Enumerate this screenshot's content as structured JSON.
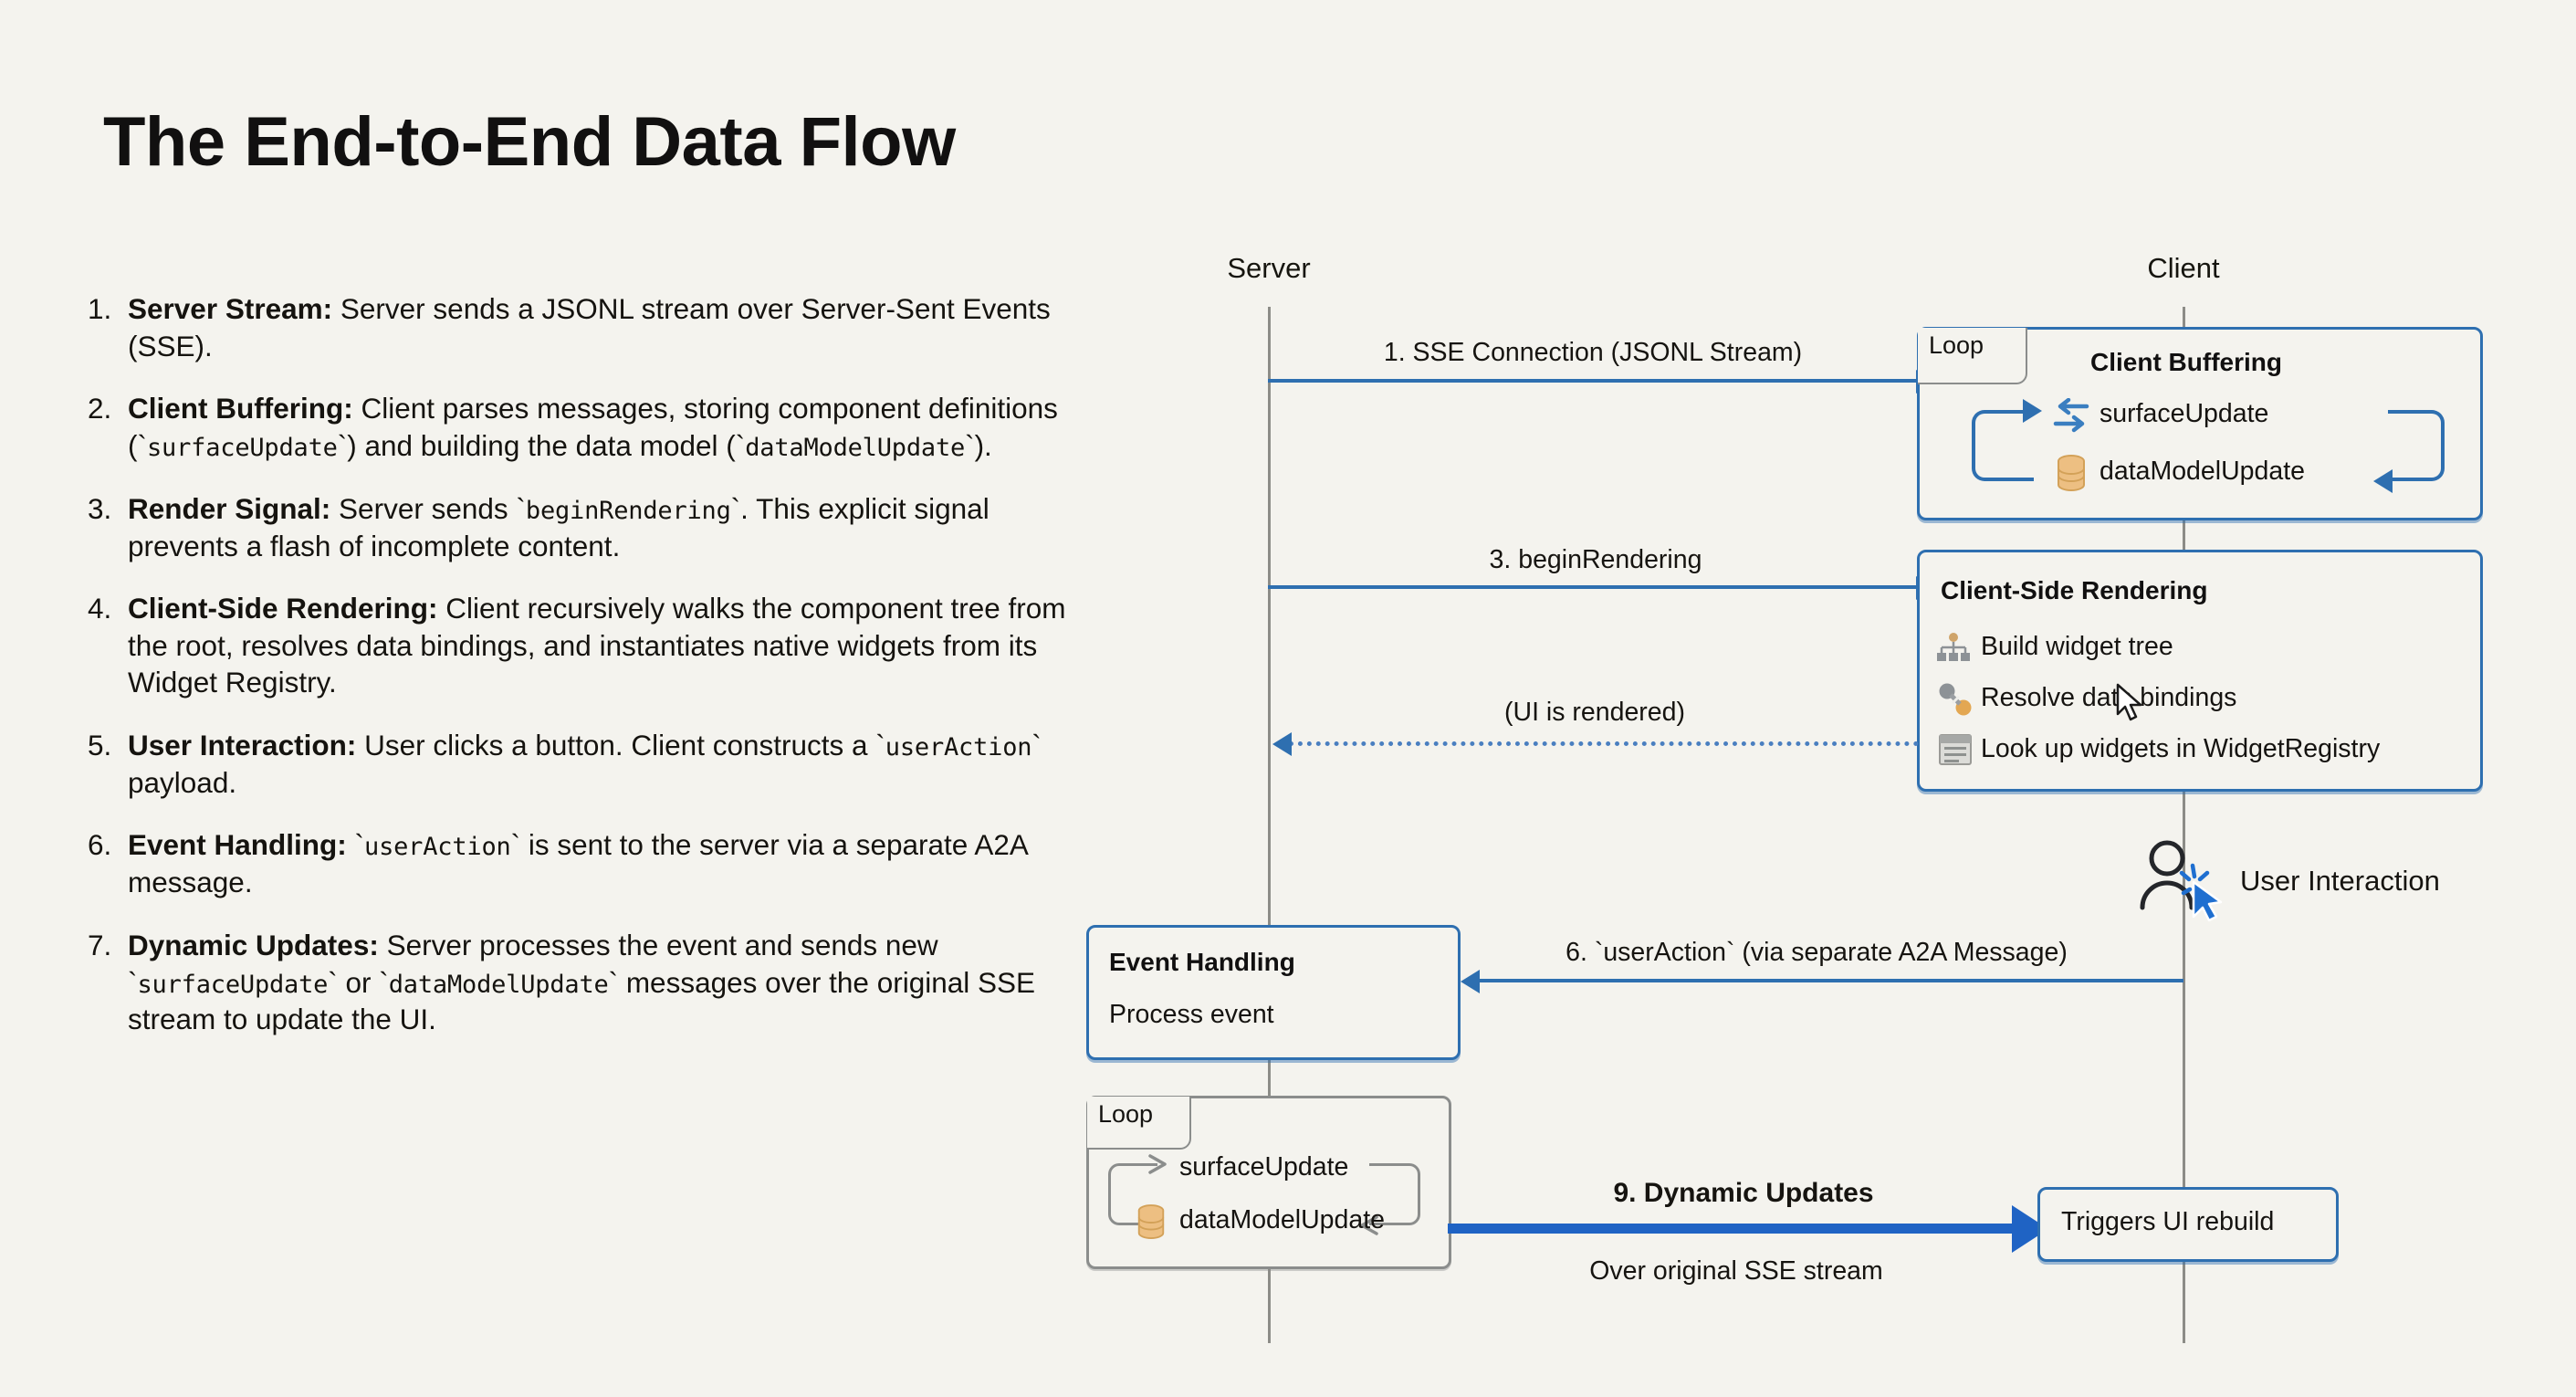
{
  "page": {
    "title": "The End-to-End Data Flow",
    "background_color": "#f4f3ee",
    "accent_blue": "#2e6fb0",
    "strong_blue": "#1f63c4",
    "gray_line": "#8b8d8c",
    "db_orange": "#e8b877"
  },
  "steps": [
    {
      "num": "1.",
      "title": "Server Stream:",
      "text_1": " Server sends a JSONL stream over Server-Sent Events (SSE)."
    },
    {
      "num": "2.",
      "title": "Client Buffering:",
      "text_1": " Client parses messages, storing component definitions (`",
      "code_1": "surfaceUpdate",
      "text_2": "`) and building the data model (`",
      "code_2": "dataModelUpdate",
      "text_3": "`)."
    },
    {
      "num": "3.",
      "title": "Render Signal:",
      "text_1": " Server sends `",
      "code_1": "beginRendering",
      "text_2": "`. This explicit signal prevents a flash of incomplete content."
    },
    {
      "num": "4.",
      "title": "Client-Side Rendering:",
      "text_1": " Client recursively walks the component tree from the root, resolves data bindings, and instantiates native widgets from its Widget Registry."
    },
    {
      "num": "5.",
      "title": "User Interaction:",
      "text_1": " User clicks a button. Client constructs a `",
      "code_1": "userAction",
      "text_2": "` payload."
    },
    {
      "num": "6.",
      "title": "Event Handling:",
      "text_1": " `",
      "code_1": "userAction",
      "text_2": "` is sent to the server via a separate A2A message."
    },
    {
      "num": "7.",
      "title": "Dynamic Updates:",
      "text_1": " Server processes the event and sends new `",
      "code_1": "surfaceUpdate",
      "text_2": "` or `",
      "code_2": "dataModelUpdate",
      "text_3": "` messages over the original SSE stream to update the UI."
    }
  ],
  "diagram": {
    "actors": {
      "server": "Server",
      "client": "Client"
    },
    "messages": {
      "m1": "1. SSE Connection (JSONL Stream)",
      "m3": "3. beginRendering",
      "m_rendered": "(UI is rendered)",
      "m6": "6. `userAction` (via separate A2A Message)",
      "m9_title": "9. Dynamic Updates",
      "m9_sub": "Over original SSE stream"
    },
    "client_buffering": {
      "loop_tab": "Loop",
      "title": "Client Buffering",
      "item_surface": "surfaceUpdate",
      "item_datamodel": "dataModelUpdate"
    },
    "client_rendering": {
      "title": "Client-Side Rendering",
      "items": [
        "Build widget tree",
        "Resolve data bindings",
        "Look up widgets in WidgetRegistry"
      ]
    },
    "user_interaction": {
      "label": "User Interaction"
    },
    "event_handling": {
      "title": "Event Handling",
      "subtitle": "Process event"
    },
    "server_loop": {
      "loop_tab": "Loop",
      "item_surface": "surfaceUpdate",
      "item_datamodel": "dataModelUpdate"
    },
    "triggers_box": {
      "label": "Triggers UI rebuild"
    }
  }
}
